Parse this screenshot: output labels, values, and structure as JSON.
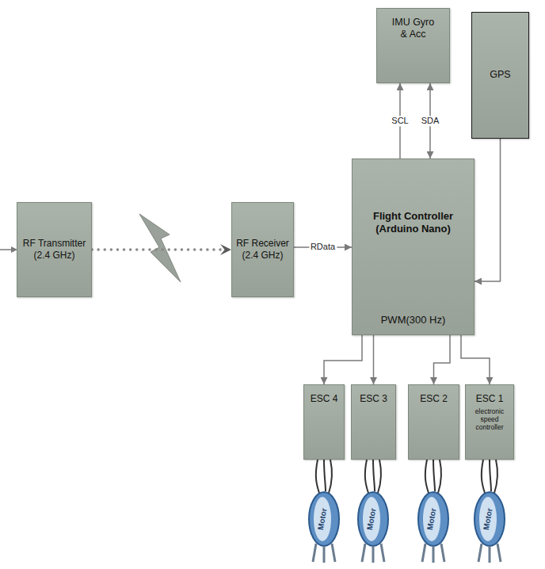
{
  "diagram": {
    "nodes": [
      {
        "text": [
          "IMU Gyro & Acc"
        ]
      },
      {
        "text": [
          "GPS"
        ]
      },
      {
        "text": [
          "RF Transmitter (2.4 GHz)"
        ]
      },
      {
        "text": [
          "RF Receiver (2.4 GHz)"
        ]
      },
      {
        "text": [
          "Flight Controller (Arduino Nano)",
          "PWM(300 Hz)"
        ]
      },
      {
        "text": [
          "ESC 4"
        ]
      },
      {
        "text": [
          "ESC 3"
        ]
      },
      {
        "text": [
          "ESC 2"
        ]
      },
      {
        "text": [
          "ESC 1",
          "electronic speed controller"
        ]
      }
    ],
    "edges": [
      {
        "from": 2,
        "to": 3,
        "arrow": "to"
      },
      {
        "from": 3,
        "to": 4,
        "label": "RData",
        "arrow": "to"
      },
      {
        "from": 4,
        "to": 0,
        "label": "SCL",
        "arrow": "to"
      },
      {
        "from": 0,
        "to": 4,
        "label": "SDA",
        "arrow": "both"
      },
      {
        "from": 1,
        "to": 4,
        "arrow": "to"
      },
      {
        "from": 4,
        "to": 5,
        "arrow": "to"
      },
      {
        "from": 4,
        "to": 6,
        "arrow": "to"
      },
      {
        "from": 4,
        "to": 7,
        "arrow": "to"
      },
      {
        "from": 4,
        "to": 8,
        "arrow": "to"
      }
    ],
    "labels": [
      "Motor",
      "Motor",
      "Motor",
      "Motor"
    ]
  }
}
